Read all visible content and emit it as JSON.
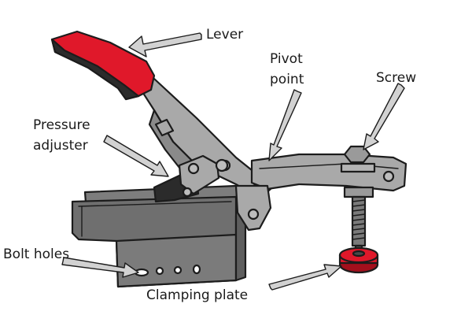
{
  "labels": {
    "lever": "Lever",
    "pivot_line1": "Pivot",
    "pivot_line2": "point",
    "screw": "Screw",
    "pressure_line1": "Pressure",
    "pressure_line2": "adjuster",
    "bolt_holes": "Bolt holes",
    "clamping_plate": "Clamping plate"
  },
  "colors": {
    "lever_grip": "#e0182a",
    "clamp_body": "#6f6f6f",
    "arm": "#a9a9a9",
    "clamping_plate": "#e0182a"
  }
}
